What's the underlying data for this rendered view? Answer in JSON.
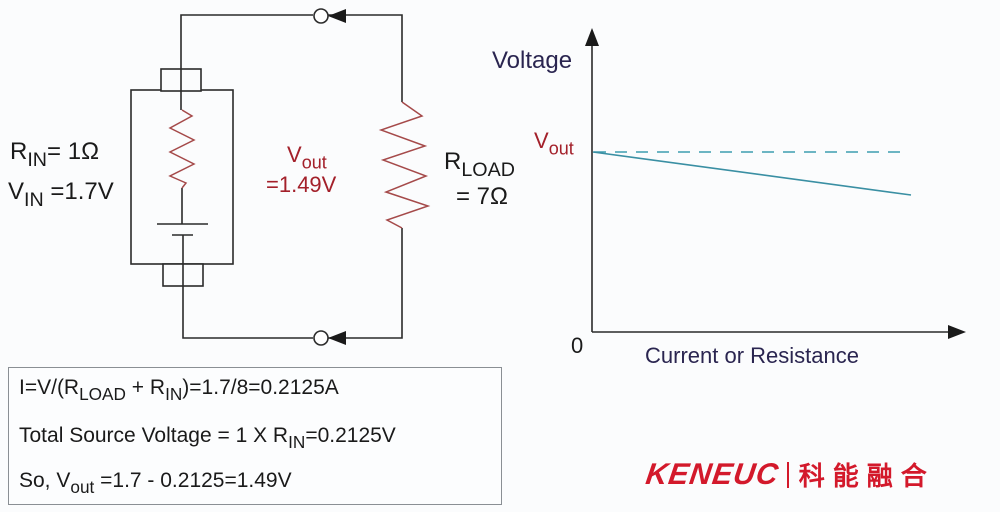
{
  "circuit": {
    "rin_label": "R",
    "rin_sub": "IN",
    "rin_value": "= 1Ω",
    "vin_label": "V",
    "vin_sub": "IN",
    "vin_value": " =1.7V",
    "vout_label": "V",
    "vout_sub": "out",
    "vout_value": "=1.49V",
    "rload_label": "R",
    "rload_sub": "LOAD",
    "rload_value": "= 7Ω",
    "colors": {
      "wire": "#2b2b2b",
      "resistor": "#a54a4a",
      "accent_text": "#a3202a"
    }
  },
  "graph": {
    "y_axis_label": "Voltage",
    "x_axis_label": "Current or Resistance",
    "origin_label": "0",
    "vout_marker_label": "V",
    "vout_marker_sub": "out",
    "lines": [
      {
        "name": "ideal-voltage",
        "style": "dashed",
        "color": "#3d9db0"
      },
      {
        "name": "actual-voltage",
        "style": "solid",
        "color": "#3a8fa3"
      }
    ]
  },
  "formulas": {
    "line1": {
      "a": "I=V/(R",
      "a_sub": "LOAD",
      "b": " + R",
      "b_sub": "IN",
      "c": ")=1.7/8=0.2125A"
    },
    "line2": {
      "a": "Total Source Voltage = 1 X R",
      "a_sub": "IN",
      "b": "=0.2125V"
    },
    "line3": {
      "a": "So, V",
      "a_sub": "out",
      "b": " =1.7 - 0.2125=1.49V"
    }
  },
  "logo": {
    "brand_en": "KENEUC",
    "brand_cn": "科能融合",
    "color": "#d3192b"
  }
}
